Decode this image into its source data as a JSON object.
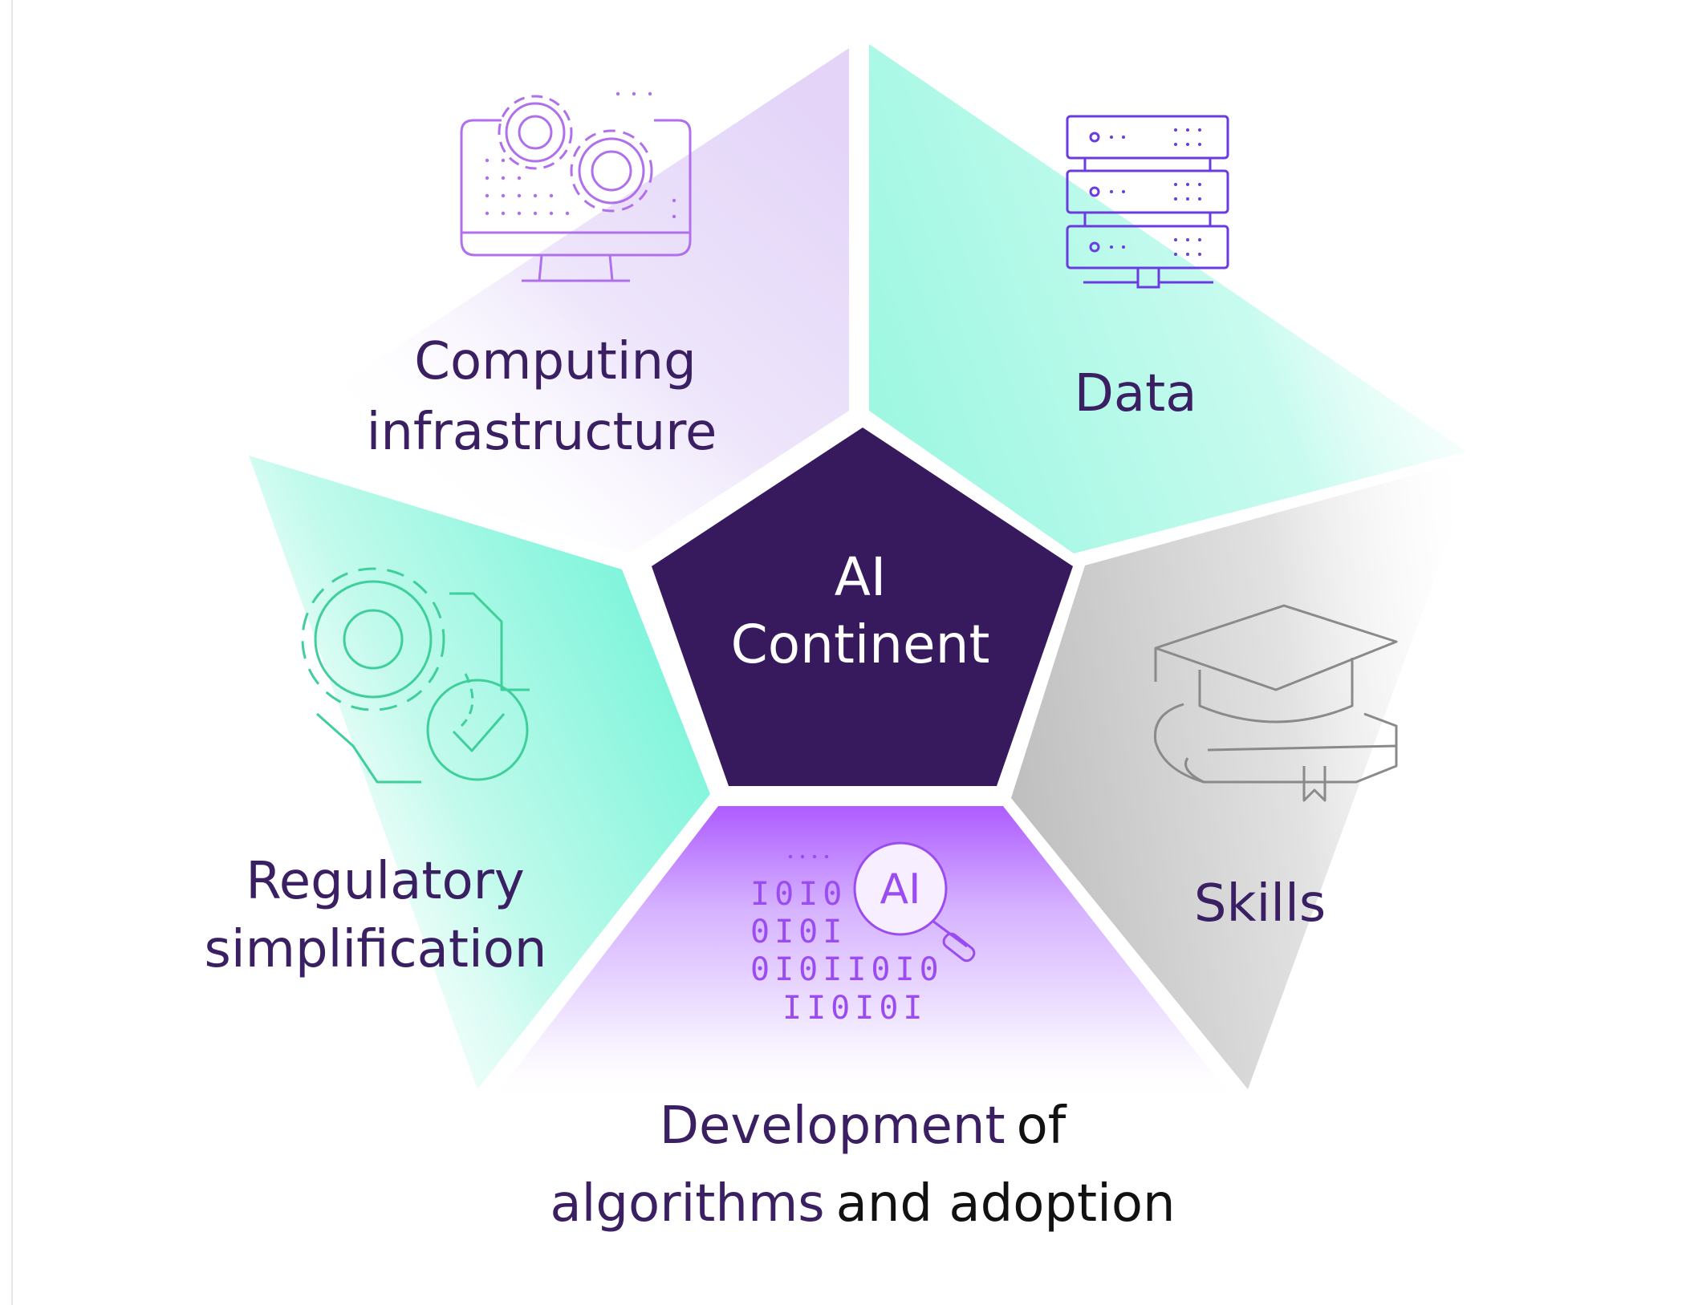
{
  "center": {
    "line1": "AI",
    "line2": "Continent"
  },
  "segments": {
    "computing": {
      "line1": "Computing",
      "line2": "infrastructure",
      "icon": "monitor-gears-icon"
    },
    "data": {
      "line1": "Data",
      "icon": "server-stack-icon"
    },
    "skills": {
      "line1": "Skills",
      "icon": "graduation-cap-book-icon"
    },
    "development": {
      "line1_part1": "Development",
      "line1_part2": "of",
      "line2_part1": "algorithms",
      "line2_part2": "and adoption",
      "icon": "ai-binary-search-icon"
    },
    "regulatory": {
      "line1": "Regulatory",
      "line2": "simplification",
      "icon": "gears-checkmark-icon"
    }
  },
  "icon_glyphs": {
    "ai_badge": "AI",
    "binary_rows": [
      "I0I0",
      "0I0I",
      "0I0II0I0",
      "II0I0I"
    ]
  },
  "colors": {
    "center_fill": "#371a5e",
    "label_text": "#3a1f63",
    "label_dark": "#111111",
    "purple_segment": "#b46cff",
    "lavender_segment": "#e6dcf8",
    "mint_segment": "#7df5dc",
    "gray_segment": "#bdbdbd",
    "icon_purple": "#9b4cf0",
    "icon_indigo": "#6a3ce0",
    "icon_green": "#3fcf9a",
    "icon_gray": "#8a8a8a"
  }
}
